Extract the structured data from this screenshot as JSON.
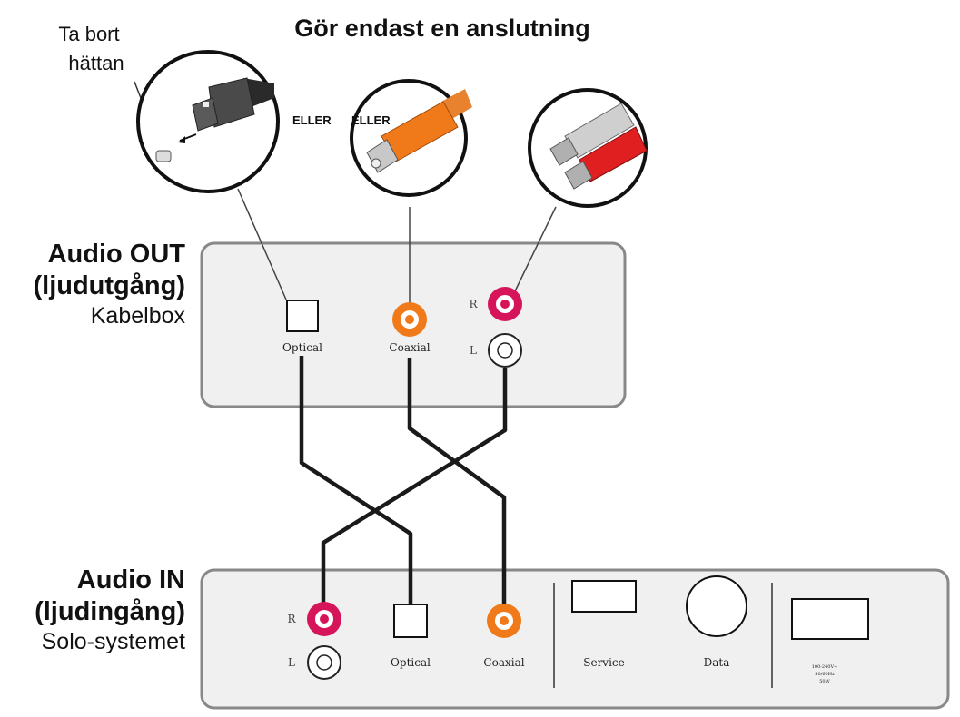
{
  "title": "Gör endast en anslutning",
  "remove_cap": {
    "line1": "Ta bort",
    "line2": "hättan"
  },
  "or_labels": [
    "ELLER",
    "ELLER"
  ],
  "source_device": {
    "line1": "Audio OUT",
    "line2": "(ljudutgång)",
    "line3": "Kabelbox",
    "ports": {
      "optical": "Optical",
      "coaxial": "Coaxial",
      "right": "R",
      "left": "L"
    }
  },
  "target_device": {
    "line1": "Audio IN",
    "line2": "(ljudingång)",
    "line3": "Solo-systemet",
    "ports": {
      "right": "R",
      "left": "L",
      "optical": "Optical",
      "coaxial": "Coaxial",
      "service": "Service",
      "data": "Data"
    },
    "power": {
      "line1": "100-240V~",
      "line2": "50/60Hz",
      "line3": "50W"
    }
  },
  "colors": {
    "coaxial": "#f07a1a",
    "right": "#d6145a",
    "left": "#ffffff",
    "panel": "#f0f0f0",
    "panel_border": "#888888"
  }
}
